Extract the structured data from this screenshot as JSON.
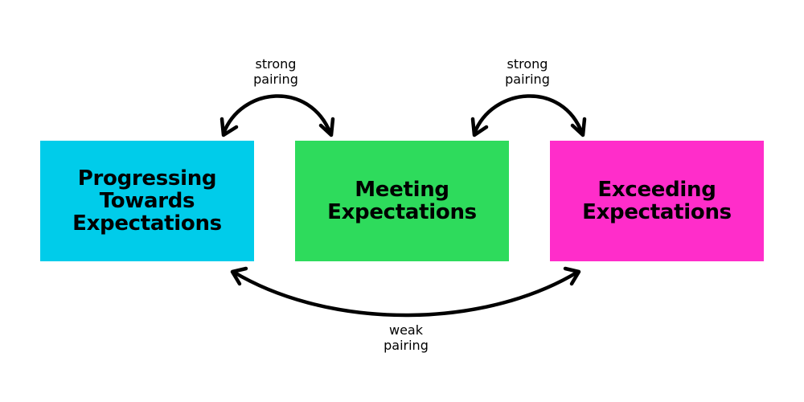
{
  "boxes": [
    {
      "text": "Progressing\nTowards\nExpectations",
      "color": "#00CCEA"
    },
    {
      "text": "Meeting\nExpectations",
      "color": "#2EDB5C"
    },
    {
      "text": "Exceeding\nExpectations",
      "color": "#FF2DCA"
    }
  ],
  "labels": {
    "strong_left": "strong\npairing",
    "strong_right": "strong\npairing",
    "weak": "weak\npairing"
  },
  "colors": {
    "arrow": "#000000",
    "background": "#ffffff"
  }
}
